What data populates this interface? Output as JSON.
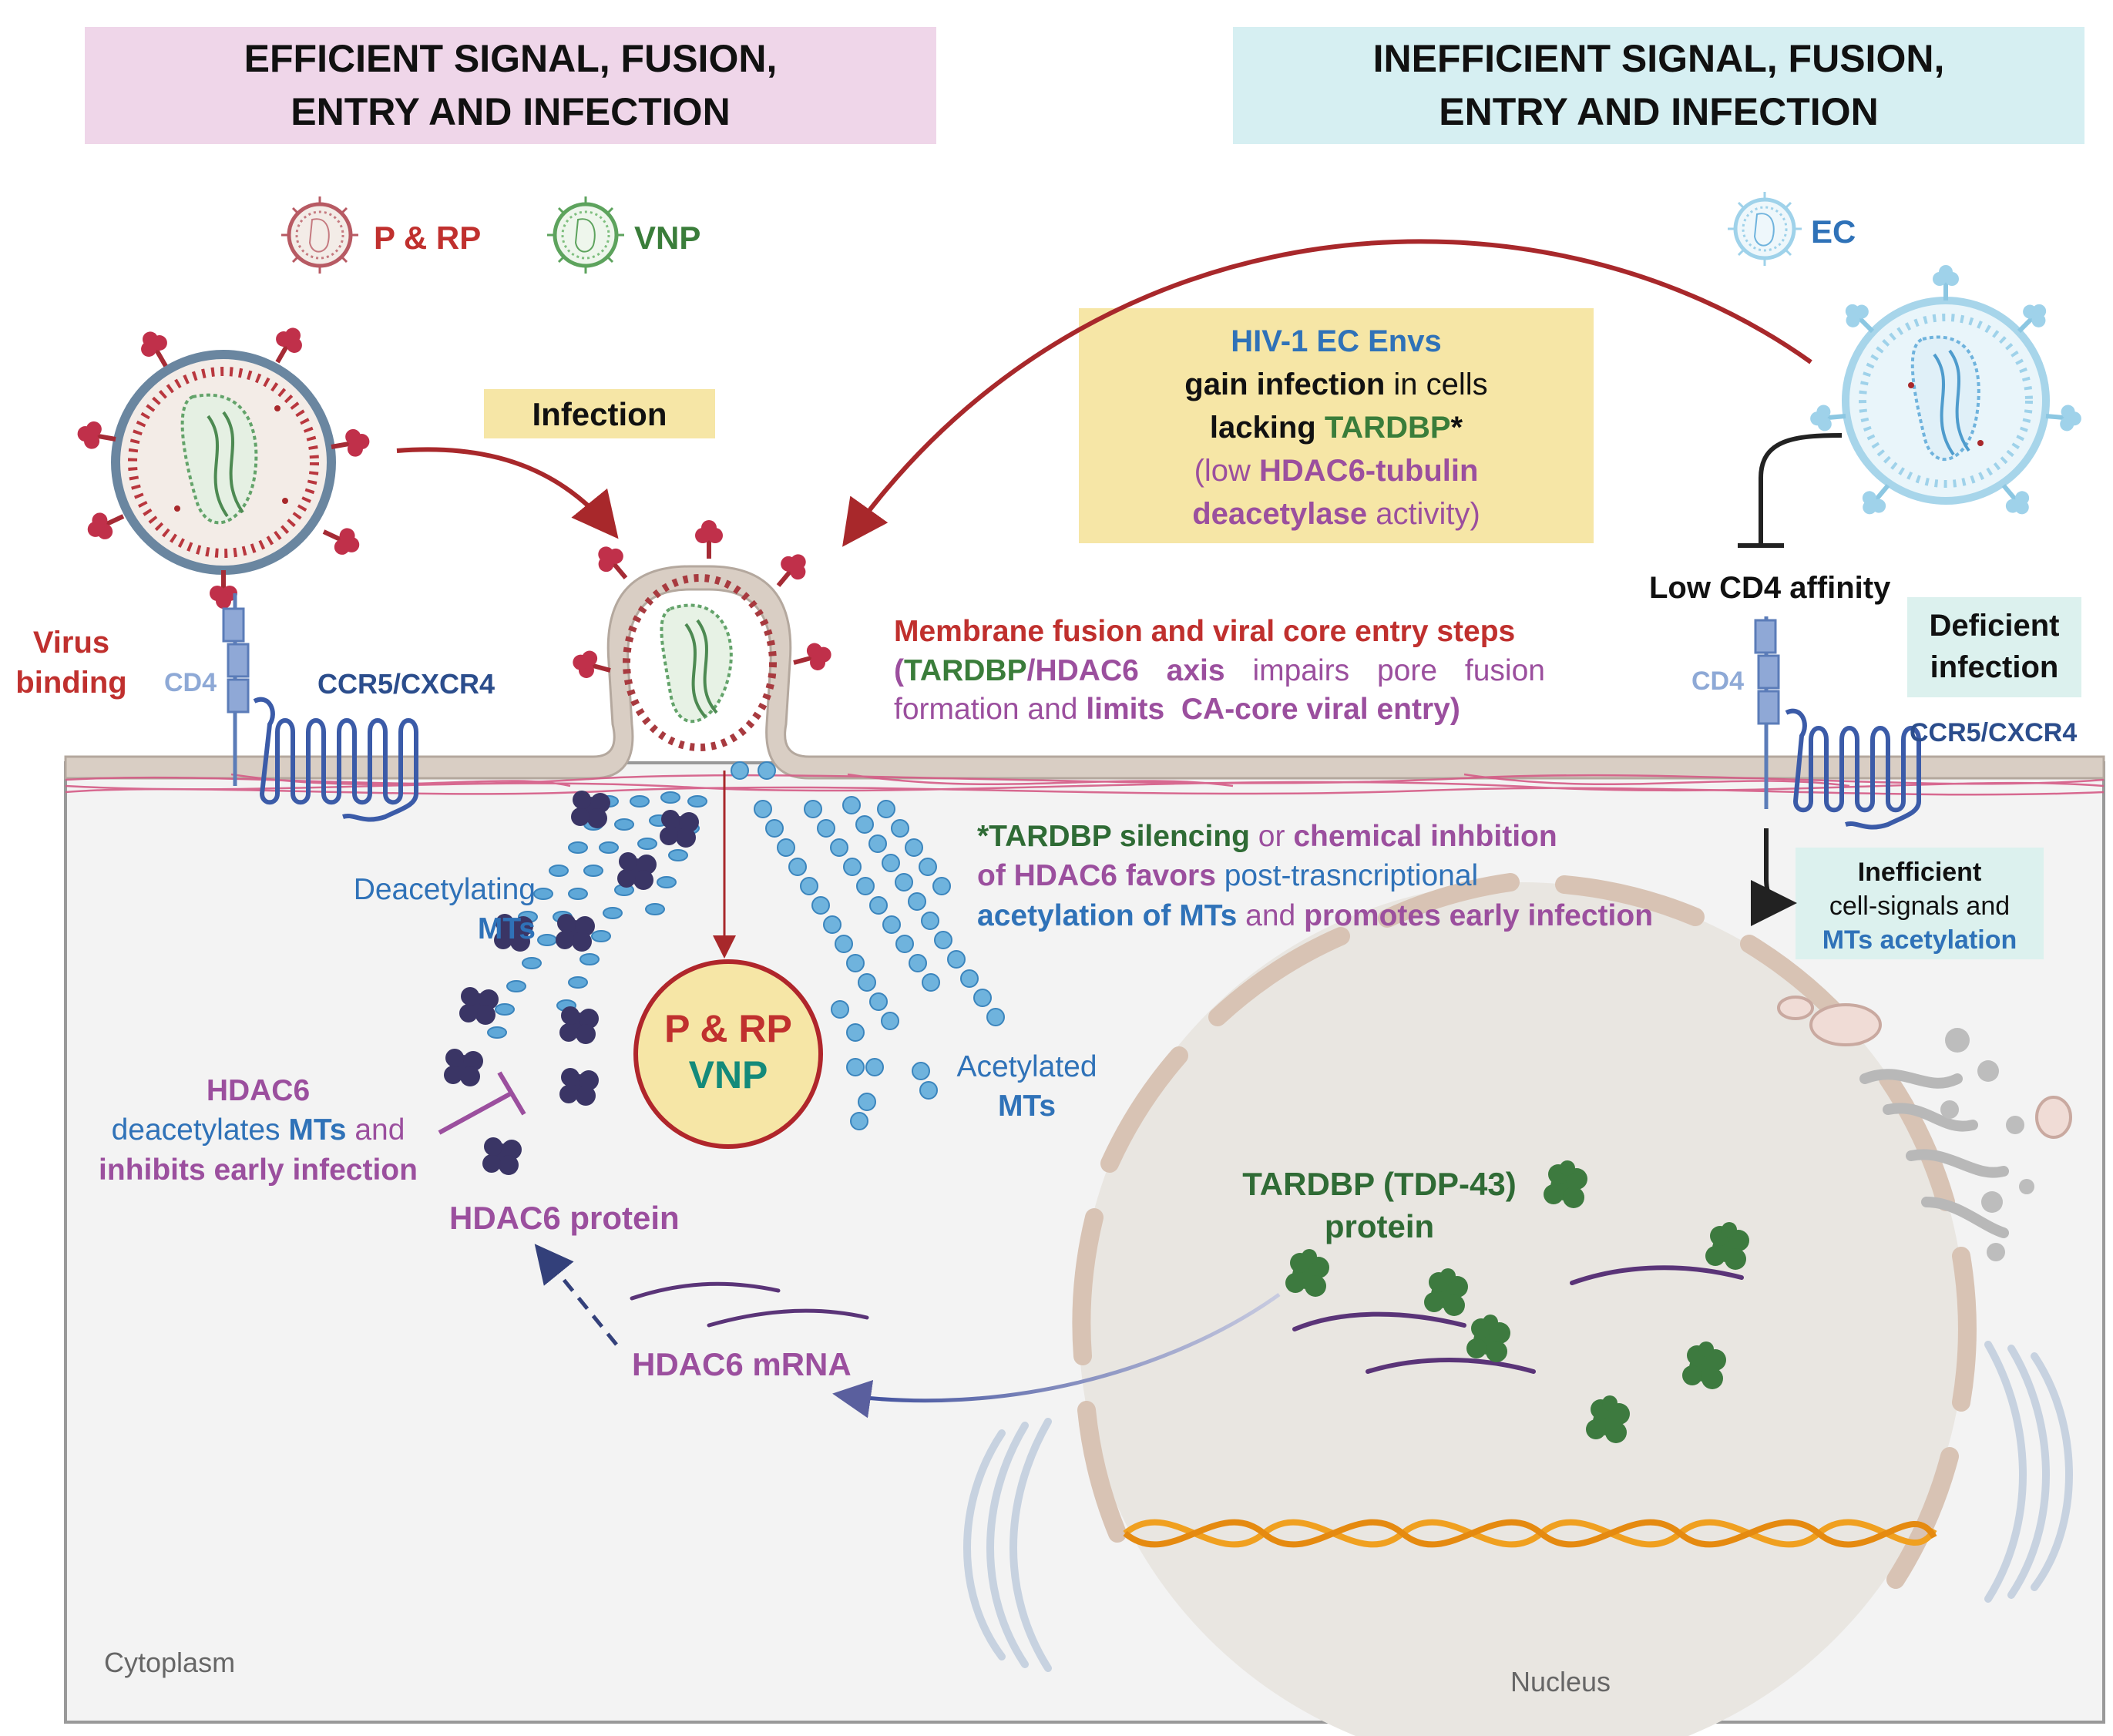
{
  "colors": {
    "pink_header": "#efd6e9",
    "blue_header": "#d6eff2",
    "yellow_box": "#f6e6a6",
    "teal_box": "#dcf1ee",
    "red": "#c0302e",
    "green": "#3a7d3a",
    "dark_green": "#2f6b35",
    "purple": "#9b4f9e",
    "blue": "#2f72b8",
    "navy": "#2b4d8c",
    "light_blue": "#6fb3dd",
    "gray": "#666666",
    "membrane": "#d9cec4",
    "cytoplasm": "#f3f3f3",
    "dna": "#f0a020"
  },
  "headers": {
    "left_line1": "EFFICIENT SIGNAL, FUSION,",
    "left_line2": "ENTRY AND INFECTION",
    "right_line1": "INEFFICIENT SIGNAL, FUSION,",
    "right_line2": "ENTRY AND INFECTION"
  },
  "legend": {
    "prp": "P & RP",
    "vnp": "VNP",
    "ec": "EC"
  },
  "labels": {
    "infection": "Infection",
    "virus_binding_1": "Virus",
    "virus_binding_2": "binding",
    "cd4_left": "CD4",
    "ccr5_left": "CCR5/CXCR4",
    "cd4_right": "CD4",
    "ccr5_right": "CCR5/CXCR4",
    "low_cd4": "Low CD4 affinity",
    "deficient_1": "Deficient",
    "deficient_2": "infection",
    "ineff_1": "Inefficient",
    "ineff_2": "cell-signals and",
    "ineff_3": "MTs acetylation",
    "deacetylating_1": "Deacetylating",
    "deacetylating_2": "MTs",
    "acetylated_1": "Acetylated",
    "acetylated_2": "MTs",
    "core_1": "P & RP",
    "core_2": "VNP",
    "hdac6_1": "HDAC6",
    "hdac6_2a": "deacetylates ",
    "hdac6_2b": "MTs",
    "hdac6_2c": " and",
    "hdac6_3": "inhibits early infection",
    "hdac6_protein": "HDAC6 protein",
    "hdac6_mrna": "HDAC6 mRNA",
    "tardbp_1": "TARDBP (TDP-43)",
    "tardbp_2": "protein",
    "cytoplasm": "Cytoplasm",
    "nucleus": "Nucleus"
  },
  "ec_box": {
    "l1": "HIV-1 EC Envs",
    "l2a": "gain infection",
    "l2b": " in cells",
    "l3a": "lacking ",
    "l3b": "TARDBP",
    "l3c": "*",
    "l4a": "(low ",
    "l4b": "HDAC6-tubulin",
    "l5a": "deacetylase",
    "l5b": " activity)"
  },
  "fusion_text": {
    "l1": "Membrane fusion and viral core entry steps",
    "l2a": "(",
    "l2b": "TARDBP",
    "l2c": "/",
    "l2d": "HDAC6",
    "l2e": "axis",
    "l2f": "impairs",
    "l2g": "pore",
    "l2h": "fusion",
    "l3a": "formation and ",
    "l3b": "limits",
    "l3c": "CA-core viral entry)"
  },
  "silencing_text": {
    "l1a": "*TARDBP silencing",
    "l1b": " or ",
    "l1c": "chemical inhbition",
    "l2a": "of HDAC6 favors",
    "l2b": " post-trasncriptional",
    "l3a": "acetylation of MTs",
    "l3b": " and ",
    "l3c": "promotes early infection"
  }
}
